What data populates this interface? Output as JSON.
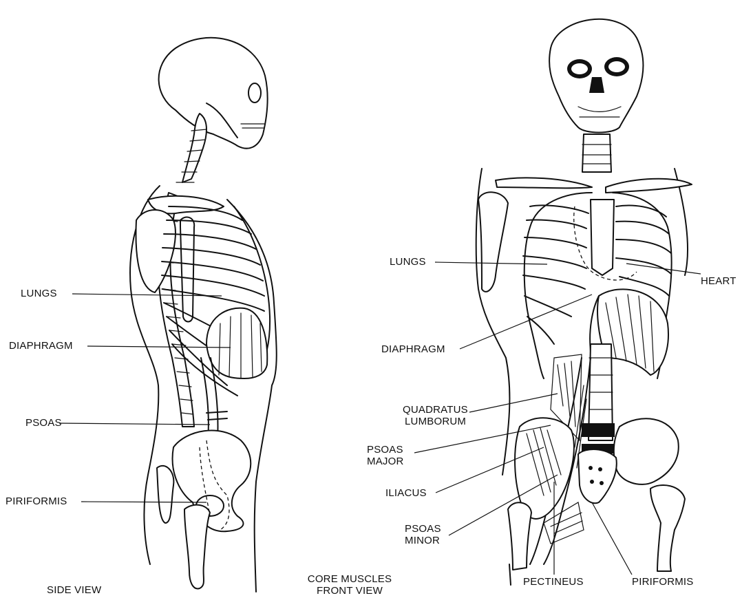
{
  "figure": {
    "side_view_caption": "SIDE VIEW",
    "center_caption_line1": "CORE MUSCLES",
    "center_caption_line2": "FRONT VIEW"
  },
  "side_labels": {
    "lungs": "LUNGS",
    "diaphragm": "DIAPHRAGM",
    "psoas": "PSOAS",
    "piriformis": "PIRIFORMIS"
  },
  "front_labels": {
    "lungs": "LUNGS",
    "heart": "HEART",
    "diaphragm": "DIAPHRAGM",
    "quadratus_line1": "QUADRATUS",
    "quadratus_line2": "LUMBORUM",
    "psoas_major_line1": "PSOAS",
    "psoas_major_line2": "MAJOR",
    "iliacus": "ILIACUS",
    "psoas_minor_line1": "PSOAS",
    "psoas_minor_line2": "MINOR",
    "pectineus": "PECTINEUS",
    "piriformis": "PIRIFORMIS"
  }
}
